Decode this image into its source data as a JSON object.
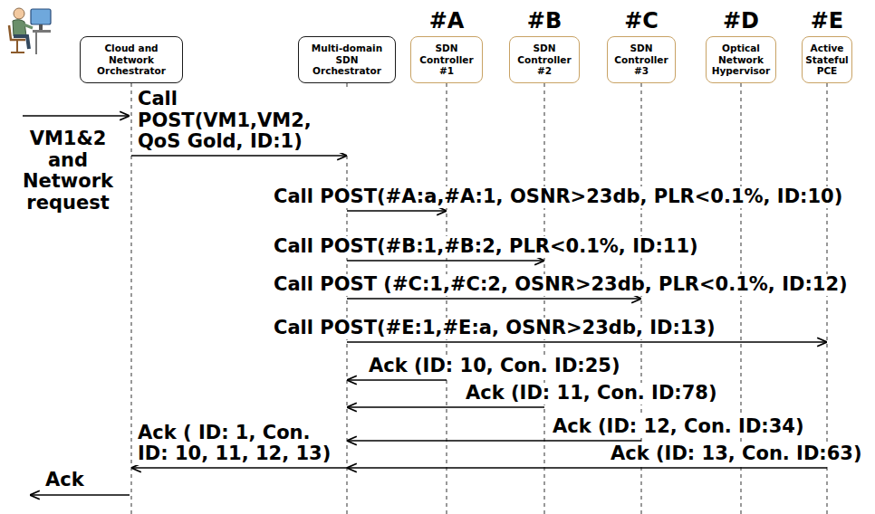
{
  "diagram": {
    "nodes": [
      {
        "text": [
          "Cloud and Network Orchestrator"
        ]
      },
      {
        "text": [
          "Multi-domain SDN Orchestrator"
        ]
      },
      {
        "text": [
          "#A",
          "SDN Controller #1"
        ]
      },
      {
        "text": [
          "#B",
          "SDN Controller #2"
        ]
      },
      {
        "text": [
          "#C",
          "SDN Controller #3"
        ]
      },
      {
        "text": [
          "#D",
          "Optical Network Hypervisor"
        ]
      },
      {
        "text": [
          "#E",
          "Active Stateful PCE"
        ]
      }
    ],
    "edges": [
      {
        "from": 0,
        "to": 1,
        "arrow": "to",
        "label": "Call POST(VM1,VM2, QoS Gold, ID:1)"
      },
      {
        "from": 1,
        "to": 2,
        "arrow": "to",
        "label": "Call POST(#A:a,#A:1, OSNR>23db, PLR<0.1%, ID:10)"
      },
      {
        "from": 1,
        "to": 3,
        "arrow": "to",
        "label": "Call POST(#B:1,#B:2, PLR<0.1%, ID:11)"
      },
      {
        "from": 1,
        "to": 4,
        "arrow": "to",
        "label": "Call POST (#C:1,#C:2, OSNR>23db, PLR<0.1%, ID:12)"
      },
      {
        "from": 1,
        "to": 6,
        "arrow": "to",
        "label": "Call POST(#E:1,#E:a, OSNR>23db, ID:13)"
      },
      {
        "from": 2,
        "to": 1,
        "arrow": "to",
        "label": "Ack (ID: 10, Con. ID:25)"
      },
      {
        "from": 3,
        "to": 1,
        "arrow": "to",
        "label": "Ack (ID: 11, Con. ID:78)"
      },
      {
        "from": 4,
        "to": 1,
        "arrow": "to",
        "label": "Ack (ID: 12, Con. ID:34)"
      },
      {
        "from": 6,
        "to": 1,
        "arrow": "to",
        "label": "Ack (ID: 13, Con. ID:63)"
      },
      {
        "from": 1,
        "to": 0,
        "arrow": "to",
        "label": "Ack ( ID: 1, Con. ID: 10, 11, 12, 13)"
      }
    ],
    "labels": [
      "VM1&2 and Network request",
      "Ack"
    ]
  }
}
